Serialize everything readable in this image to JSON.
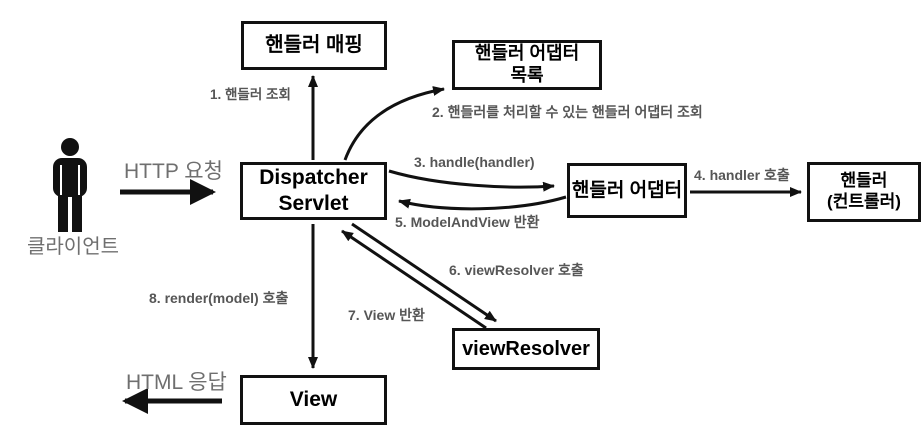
{
  "diagram": {
    "boxes": {
      "handler_mapping": "핸들러 매핑",
      "handler_adapter_list_line1": "핸들러 어댑터",
      "handler_adapter_list_line2": "목록",
      "dispatcher_line1": "Dispatcher",
      "dispatcher_line2": "Servlet",
      "handler_adapter": "핸들러 어댑터",
      "handler_controller_line1": "핸들러",
      "handler_controller_line2": "(컨트롤러)",
      "view_resolver": "viewResolver",
      "view": "View"
    },
    "labels": {
      "step1": "1. 핸들러 조회",
      "step2": "2. 핸들러를 처리할 수 있는 핸들러 어댑터 조회",
      "step3": "3. handle(handler)",
      "step4": "4. handler 호출",
      "step5": "5. ModelAndView 반환",
      "step6": "6. viewResolver 호출",
      "step7": "7. View 반환",
      "step8": "8. render(model) 호출",
      "http_request": "HTTP 요청",
      "html_response": "HTML 응답",
      "client": "클라이언트"
    },
    "colors": {
      "background": "#ffffff",
      "box_border": "#111111",
      "box_text": "#000000",
      "step_label": "#565656",
      "io_label": "#6f6f6f",
      "arrow": "#111111"
    }
  }
}
